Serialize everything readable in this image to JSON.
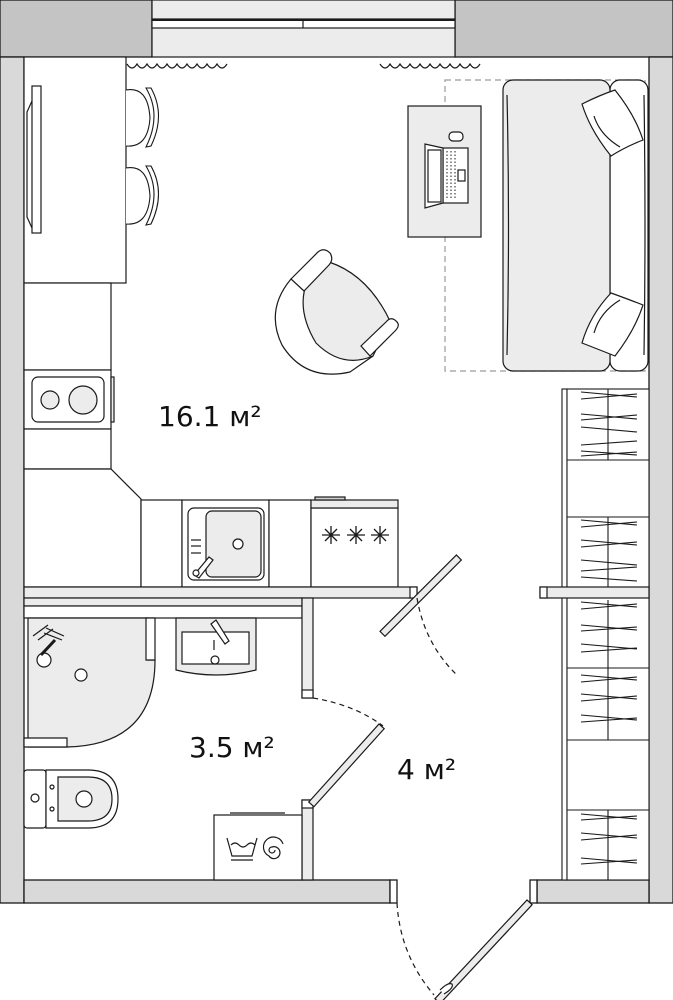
{
  "plan": {
    "title": "Studio apartment floor plan",
    "colors": {
      "wall": "#d9d9d9",
      "wall_dark": "#c4c4c4",
      "window": "#ececec",
      "furniture_fill": "#ececec",
      "line": "#1a1a1a",
      "dashed": "#9a9a9a"
    },
    "rooms": [
      {
        "id": "living-kitchen",
        "label": "16.1 м²"
      },
      {
        "id": "bathroom",
        "label": "3.5 м²"
      },
      {
        "id": "hallway",
        "label": "4 м²"
      }
    ],
    "furniture": [
      {
        "name": "dining-table",
        "icon": "table-icon"
      },
      {
        "name": "bar-chair-1",
        "icon": "chair-icon"
      },
      {
        "name": "bar-chair-2",
        "icon": "chair-icon"
      },
      {
        "name": "wall-tv",
        "icon": "tv-icon"
      },
      {
        "name": "hob-2-burner",
        "icon": "hob-icon"
      },
      {
        "name": "kitchen-sink",
        "icon": "sink-icon"
      },
      {
        "name": "fridge",
        "icon": "snowflake-icon"
      },
      {
        "name": "armchair",
        "icon": "armchair-icon"
      },
      {
        "name": "desk-with-laptop",
        "icon": "laptop-icon"
      },
      {
        "name": "sofa",
        "icon": "sofa-icon"
      },
      {
        "name": "wardrobe",
        "icon": "wardrobe-icon"
      },
      {
        "name": "shower",
        "icon": "shower-icon"
      },
      {
        "name": "washbasin",
        "icon": "washbasin-icon"
      },
      {
        "name": "toilet",
        "icon": "toilet-icon"
      },
      {
        "name": "washing-machine",
        "icon": "washing-machine-icon"
      }
    ]
  }
}
